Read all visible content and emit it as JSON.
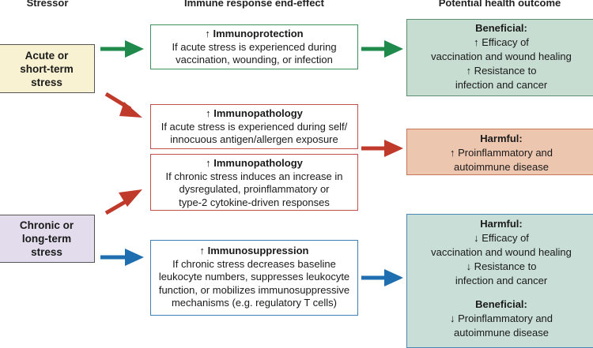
{
  "headers": {
    "stressor": "Stressor",
    "immune": "Immune response end-effect",
    "outcome": "Potential health outcome"
  },
  "stressors": {
    "acute": [
      "Acute or",
      "short-term",
      "stress"
    ],
    "chronic": [
      "Chronic or",
      "long-term",
      "stress"
    ]
  },
  "effects": {
    "immunoprotection": {
      "title": "↑ Immunoprotection",
      "lines": [
        "If acute stress is experienced during",
        "vaccination, wounding, or infection"
      ]
    },
    "immunopathology_acute": {
      "title": "↑ Immunopathology",
      "lines": [
        "If acute stress is experienced during self/",
        "innocuous antigen/allergen exposure"
      ]
    },
    "immunopathology_chronic": {
      "title": "↑ Immunopathology",
      "lines": [
        "If chronic stress induces an increase in",
        "dysregulated, proinflammatory or",
        "type-2 cytokine-driven responses"
      ]
    },
    "immunosuppression": {
      "title": "↑ Immunosuppression",
      "lines": [
        "If chronic stress decreases baseline",
        "leukocyte numbers, suppresses leukocyte",
        "function, or mobilizes immunosuppressive",
        "mechanisms (e.g. regulatory T cells)"
      ]
    }
  },
  "outcomes": {
    "beneficial": {
      "title": "Beneficial:",
      "lines": [
        "↑ Efficacy of",
        "vaccination and wound healing",
        "↑ Resistance to",
        "infection and cancer"
      ]
    },
    "harmful_inflammatory": {
      "title": "Harmful:",
      "lines": [
        "↑ Proinflammatory and",
        "autoimmune disease"
      ]
    },
    "mixed": {
      "harmful_title": "Harmful:",
      "harmful_lines": [
        "↓ Efficacy of",
        "vaccination and wound healing",
        "↓ Resistance to",
        "infection and cancer"
      ],
      "beneficial_title": "Beneficial:",
      "beneficial_lines": [
        "↓ Proinflammatory and",
        "autoimmune disease"
      ]
    }
  },
  "colors": {
    "green_arrow": "#1f8a4c",
    "red_arrow": "#c03a2b",
    "blue_arrow": "#1f6fb0"
  }
}
